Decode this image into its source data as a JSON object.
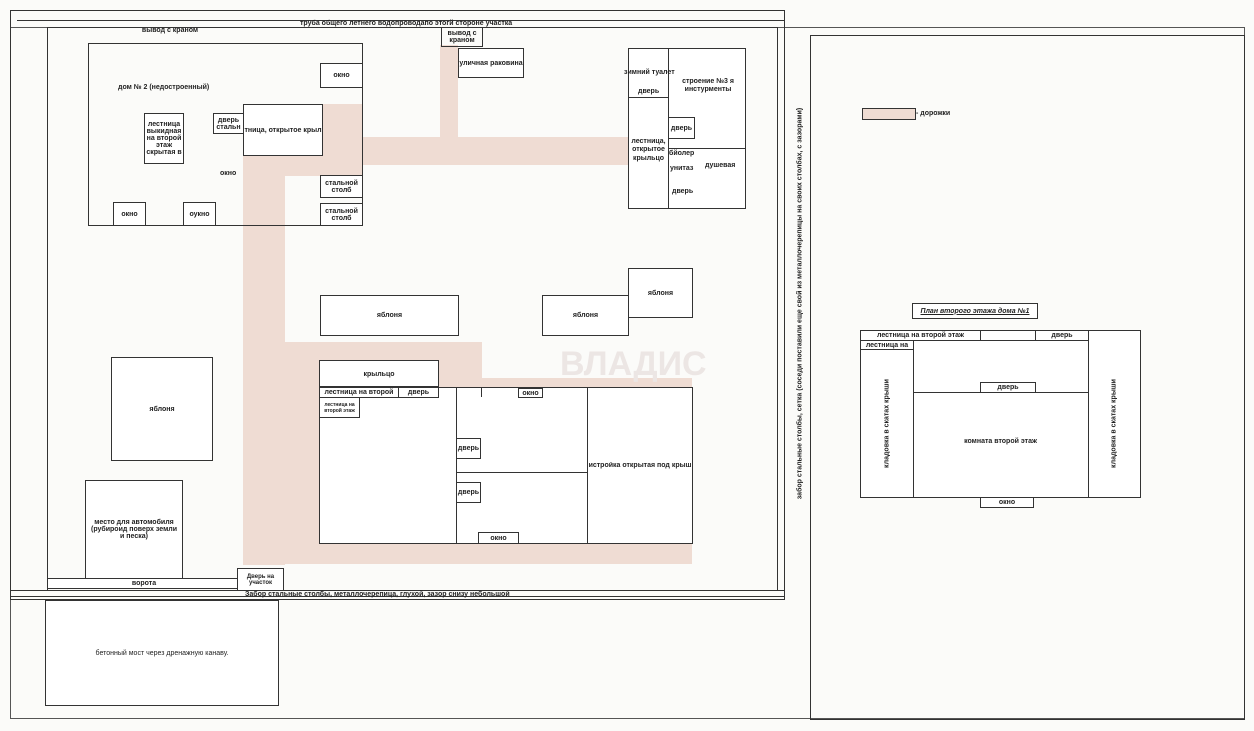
{
  "labels": {
    "pipe": "труба  общего  летнего водопроводапо этогй стороне участка",
    "tap_left": "вывод с краном",
    "tap_right": "вывод с краном",
    "sink": "уличная раковина",
    "house2": "дом № 2 (недостроенный)",
    "house2_window_top": "окно",
    "house2_door": "дверь стальн",
    "house2_stairs_porch": "тница, открытое крыл",
    "house2_ladder": "лестница выкидная на второй этаж скрытая в",
    "house2_window_mid": "окно",
    "house2_window_b1": "окно",
    "house2_window_b2": "оукно",
    "post1": "стальной столб",
    "post2": "стальной столб",
    "toilet": "зимний туалет",
    "toilet_door": "дверь",
    "building3": "строение №3 я инстурменты",
    "b3_door": "дверь",
    "b3_stairs": "лестница, открытое крыльцо",
    "boiler": "бйолер",
    "wc": "унитаз",
    "shower": "душевая",
    "shower_door": "дверь",
    "apple1": "яблоня",
    "apple2": "яблоня",
    "apple3": "яблоня",
    "apple4": "яблоня",
    "car": "место для автомобиля (рубироид поверх земли и песка)",
    "porch": "крыльцо",
    "stairs_second": "лестница на второй",
    "main_door": "дверь",
    "stairs_small": "лестница на второй этаж",
    "window_top": "окно",
    "door1": "дверь",
    "door2": "дверь",
    "window_bottom": "окно",
    "annex": "истройка открытая под крыш",
    "gate": "ворота",
    "plot_door": "Дверь на участок",
    "fence_bottom": "Забор стальные столбы, металлочерепица, глухой, зазор снизу небольшой",
    "fence_right": "забор стальные столбы, сетка (соседи поставили еще свой из металлочерепицы на своих столбах, с зазорами)",
    "bridge": "бетонный мост через дренажную канаву.",
    "watermark": "ВЛАДИС"
  },
  "legend": {
    "label": "- дорожки",
    "color": "#efdcd3"
  },
  "plan2": {
    "title": "План второго этажа дома №1",
    "stairs_top": "лестница на второй этаж",
    "door_top": "дверь",
    "stairs_left": "лестница на",
    "storage_left": "кладовка в скатах крыши",
    "storage_right": "кладовка в скатах крыши",
    "door_mid": "дверь",
    "room": "комната второй этаж",
    "window": "окно"
  }
}
